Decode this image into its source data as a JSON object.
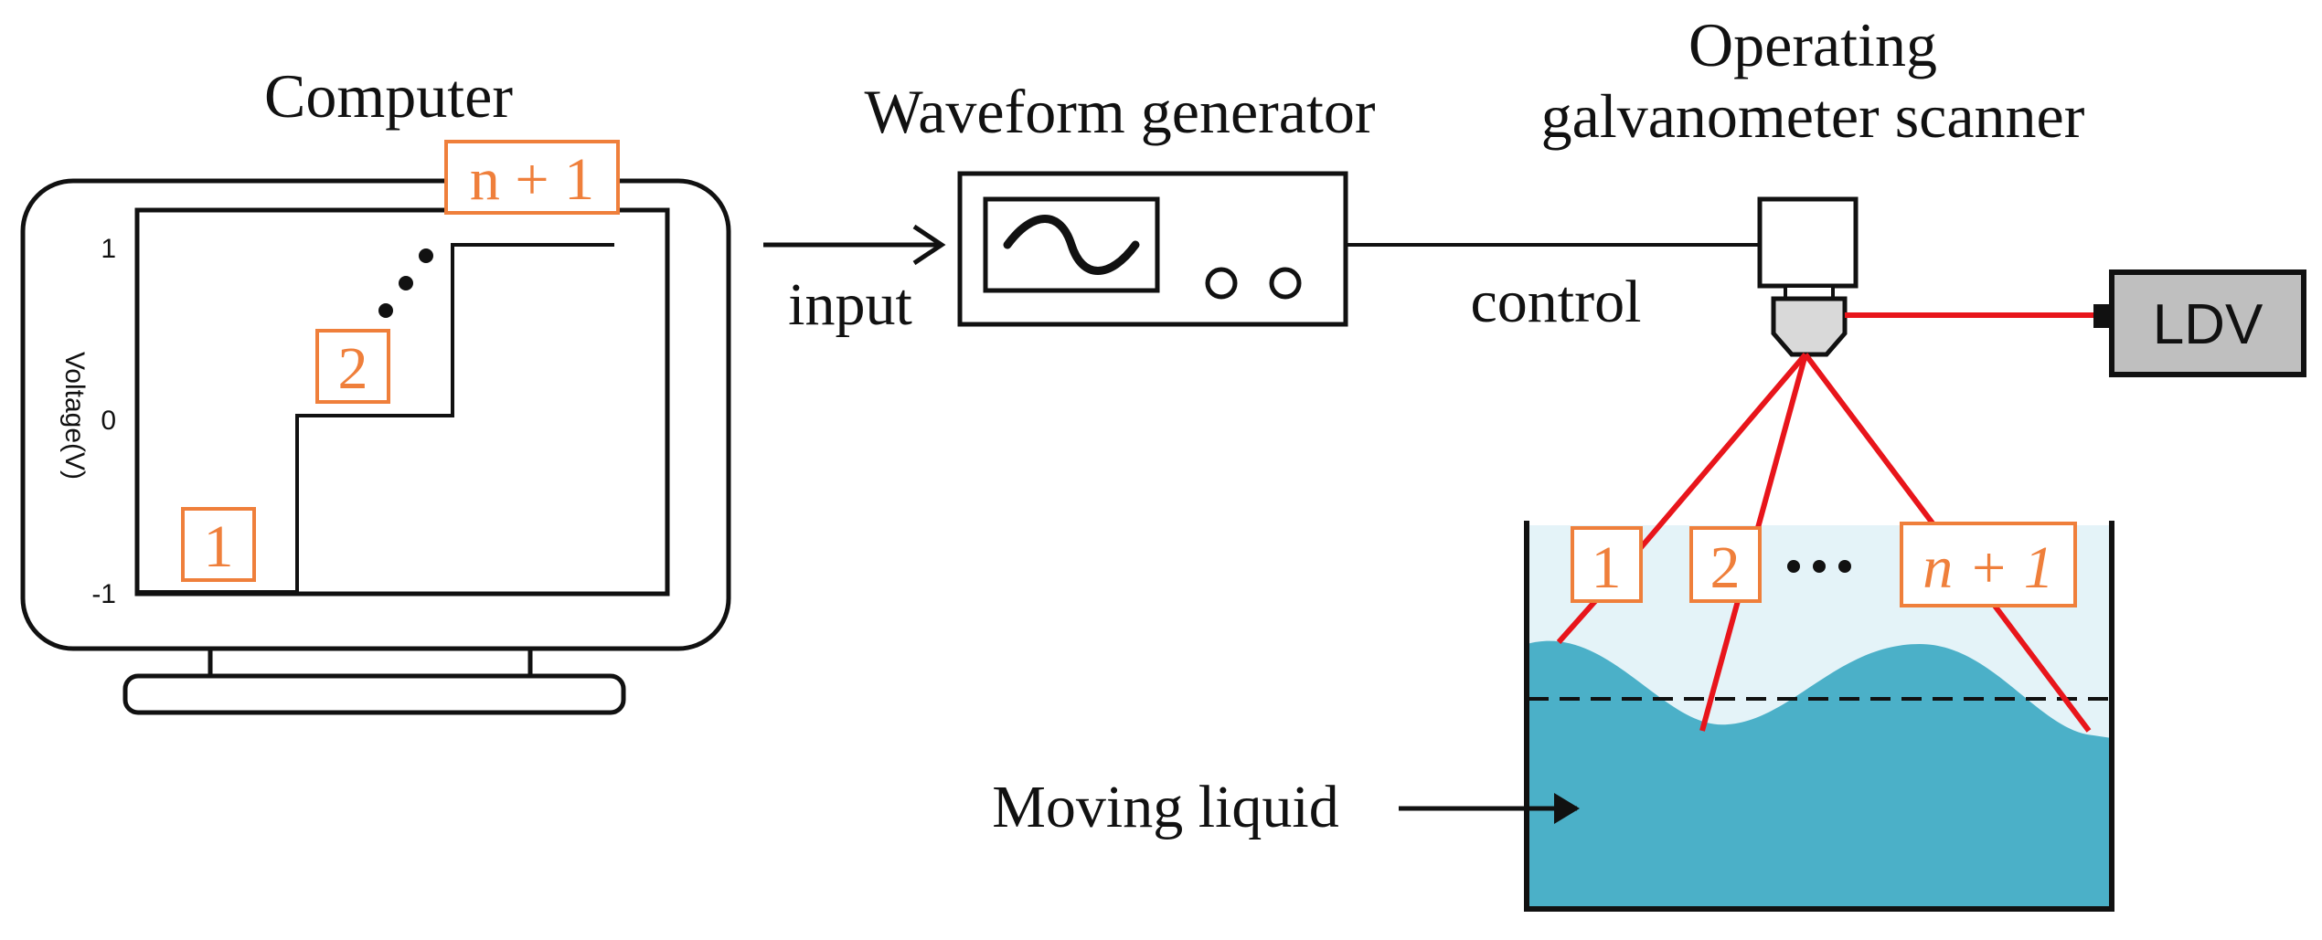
{
  "computer": {
    "title": "Computer",
    "y_axis_label": "Voltage(V)",
    "y_ticks": [
      "1",
      "0",
      "-1"
    ],
    "step_labels": [
      "1",
      "2",
      "n + 1"
    ]
  },
  "waveform_generator": {
    "title": "Waveform generator"
  },
  "input_label": "input",
  "control_label": "control",
  "scanner": {
    "title_line1": "Operating",
    "title_line2": "galvanometer scanner"
  },
  "ldv_label": "LDV",
  "tank": {
    "point_labels": [
      "1",
      "2",
      "n + 1"
    ],
    "liquid_label": "Moving liquid"
  },
  "colors": {
    "orange": "#ef7f3b",
    "laser": "#e8151b",
    "liquid": "#4bb0c8",
    "liquid_light": "#e4f3f8",
    "ldv_fill": "#bfbfbf"
  }
}
